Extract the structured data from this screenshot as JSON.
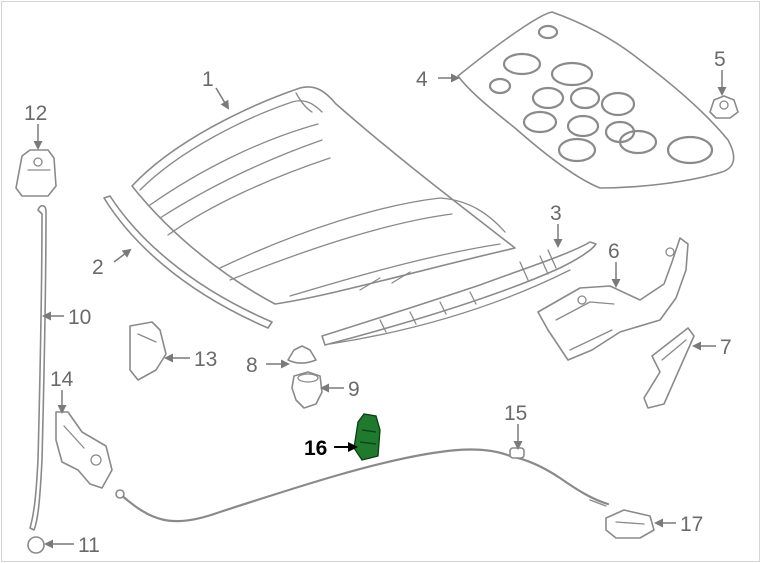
{
  "diagram": {
    "highlight_color": "#1f7a2e",
    "line_color": "#8a8a8a",
    "parts": [
      {
        "id": "p1",
        "label": "1"
      },
      {
        "id": "p2",
        "label": "2"
      },
      {
        "id": "p3",
        "label": "3"
      },
      {
        "id": "p4",
        "label": "4"
      },
      {
        "id": "p5",
        "label": "5"
      },
      {
        "id": "p6",
        "label": "6"
      },
      {
        "id": "p7",
        "label": "7"
      },
      {
        "id": "p8",
        "label": "8"
      },
      {
        "id": "p9",
        "label": "9"
      },
      {
        "id": "p10",
        "label": "10"
      },
      {
        "id": "p11",
        "label": "11"
      },
      {
        "id": "p12",
        "label": "12"
      },
      {
        "id": "p13",
        "label": "13"
      },
      {
        "id": "p14",
        "label": "14"
      },
      {
        "id": "p15",
        "label": "15"
      },
      {
        "id": "p16",
        "label": "16",
        "highlighted": true
      },
      {
        "id": "p17",
        "label": "17"
      }
    ]
  }
}
